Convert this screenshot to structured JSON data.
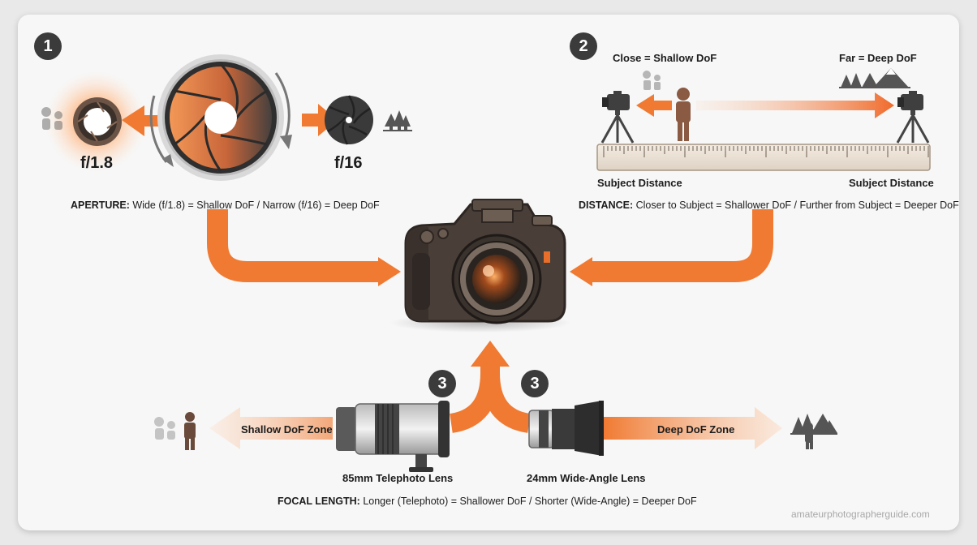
{
  "steps": {
    "aperture": "1",
    "distance": "2",
    "focal_left": "3",
    "focal_right": "3"
  },
  "aperture": {
    "wide_label": "f/1.8",
    "narrow_label": "f/16",
    "caption_key": "APERTURE:",
    "caption_text": "Wide (f/1.8) = Shallow DoF / Narrow (f/16) = Deep DoF"
  },
  "distance": {
    "close_label": "Close = Shallow DoF",
    "far_label": "Far = Deep DoF",
    "ruler_left": "Subject Distance",
    "ruler_right": "Subject Distance",
    "caption_key": "DISTANCE:",
    "caption_text": "Closer to Subject = Shallower DoF / Further from Subject = Deeper DoF"
  },
  "focal": {
    "shallow_zone": "Shallow DoF Zone",
    "deep_zone": "Deep DoF Zone",
    "tele_label": "85mm Telephoto Lens",
    "wide_label": "24mm Wide-Angle Lens",
    "caption_key": "FOCAL LENGTH:",
    "caption_text": "Longer (Telephoto) = Shallower DoF / Shorter (Wide-Angle) = Deeper DoF"
  },
  "credit": "amateurphotographerguide.com",
  "colors": {
    "accent": "#f07a32",
    "badge": "#3b3b3b",
    "camera_body": "#4a3f38",
    "card": "#f7f7f7"
  }
}
